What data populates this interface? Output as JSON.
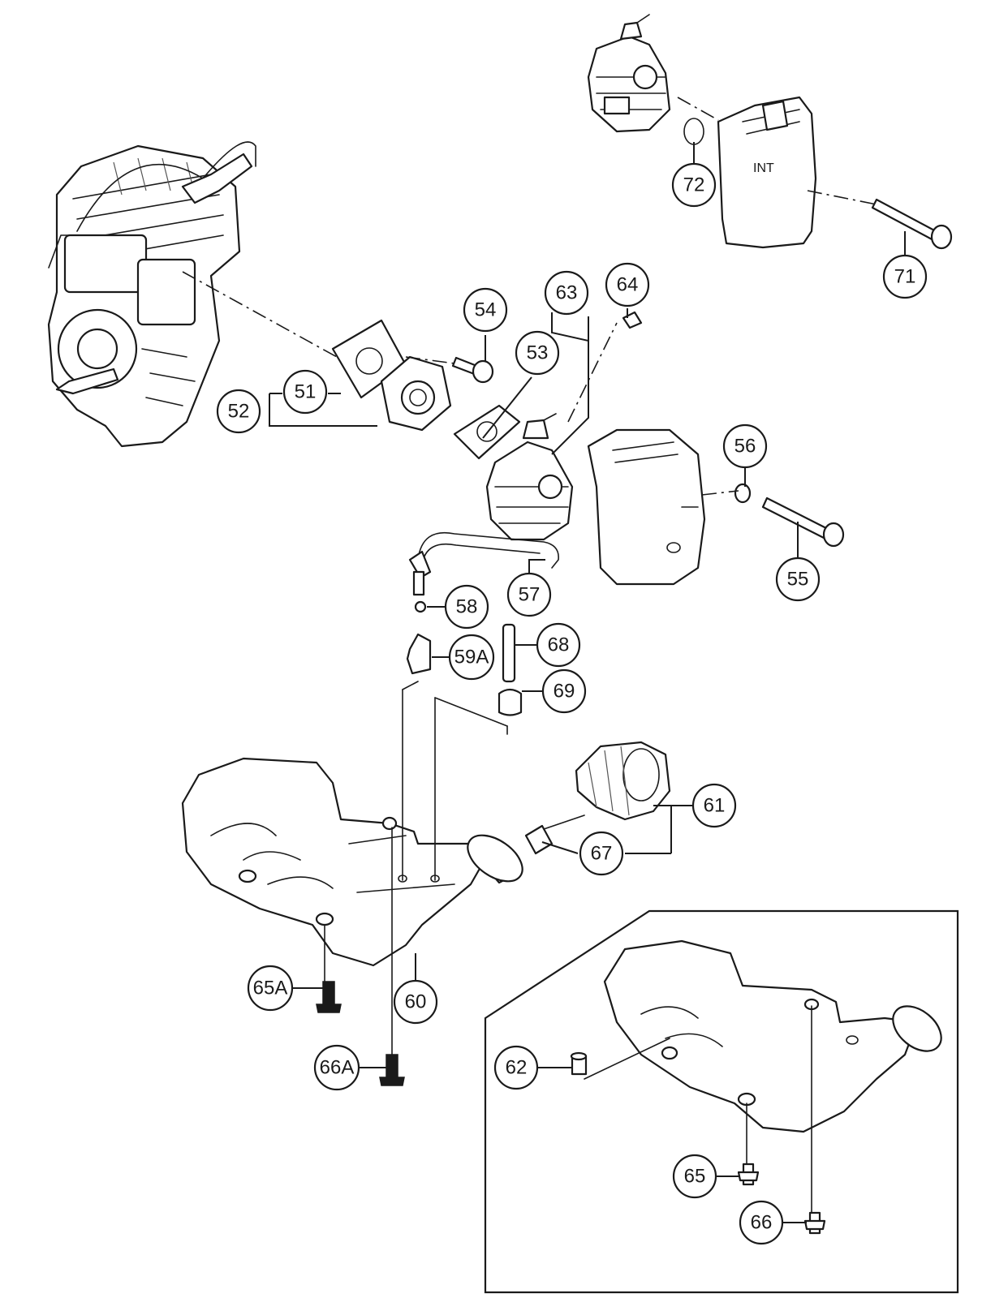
{
  "callouts": {
    "p51": "51",
    "p52": "52",
    "p53": "53",
    "p54": "54",
    "p55": "55",
    "p56": "56",
    "p57": "57",
    "p58": "58",
    "p59a": "59A",
    "p60": "60",
    "p61": "61",
    "p62": "62",
    "p63": "63",
    "p64": "64",
    "p65": "65",
    "p65a": "65A",
    "p66": "66",
    "p66a": "66A",
    "p67": "67",
    "p68": "68",
    "p69": "69",
    "p71": "71",
    "p72": "72"
  },
  "part_markings": {
    "air_cleaner_mark": "INT"
  }
}
